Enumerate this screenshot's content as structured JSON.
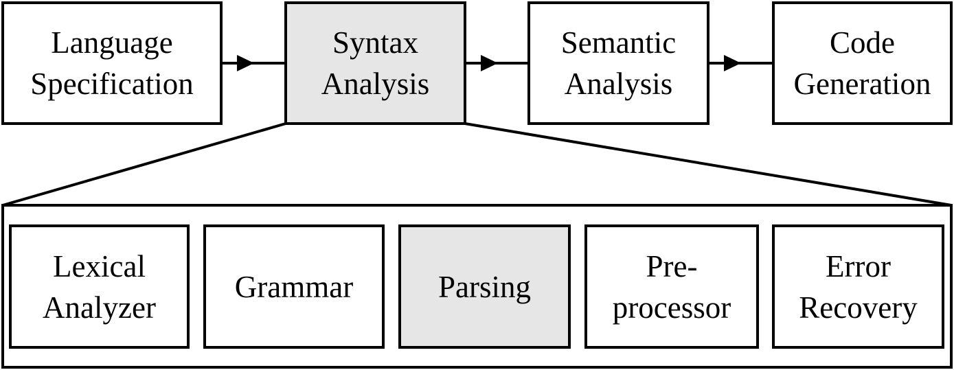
{
  "pipeline": {
    "stages": [
      {
        "lines": [
          "Language",
          "Specification"
        ],
        "highlighted": false
      },
      {
        "lines": [
          "Syntax",
          "Analysis"
        ],
        "highlighted": true
      },
      {
        "lines": [
          "Semantic",
          "Analysis"
        ],
        "highlighted": false
      },
      {
        "lines": [
          "Code",
          "Generation"
        ],
        "highlighted": false
      }
    ]
  },
  "detail": {
    "components": [
      {
        "lines": [
          "Lexical",
          "Analyzer"
        ],
        "highlighted": false
      },
      {
        "lines": [
          "Grammar"
        ],
        "highlighted": false
      },
      {
        "lines": [
          "Parsing"
        ],
        "highlighted": true
      },
      {
        "lines": [
          "Pre-",
          "processor"
        ],
        "highlighted": false
      },
      {
        "lines": [
          "Error",
          "Recovery"
        ],
        "highlighted": false
      }
    ]
  },
  "colors": {
    "stroke": "#000000",
    "highlight_fill": "#e6e6e6",
    "box_fill": "#ffffff"
  }
}
